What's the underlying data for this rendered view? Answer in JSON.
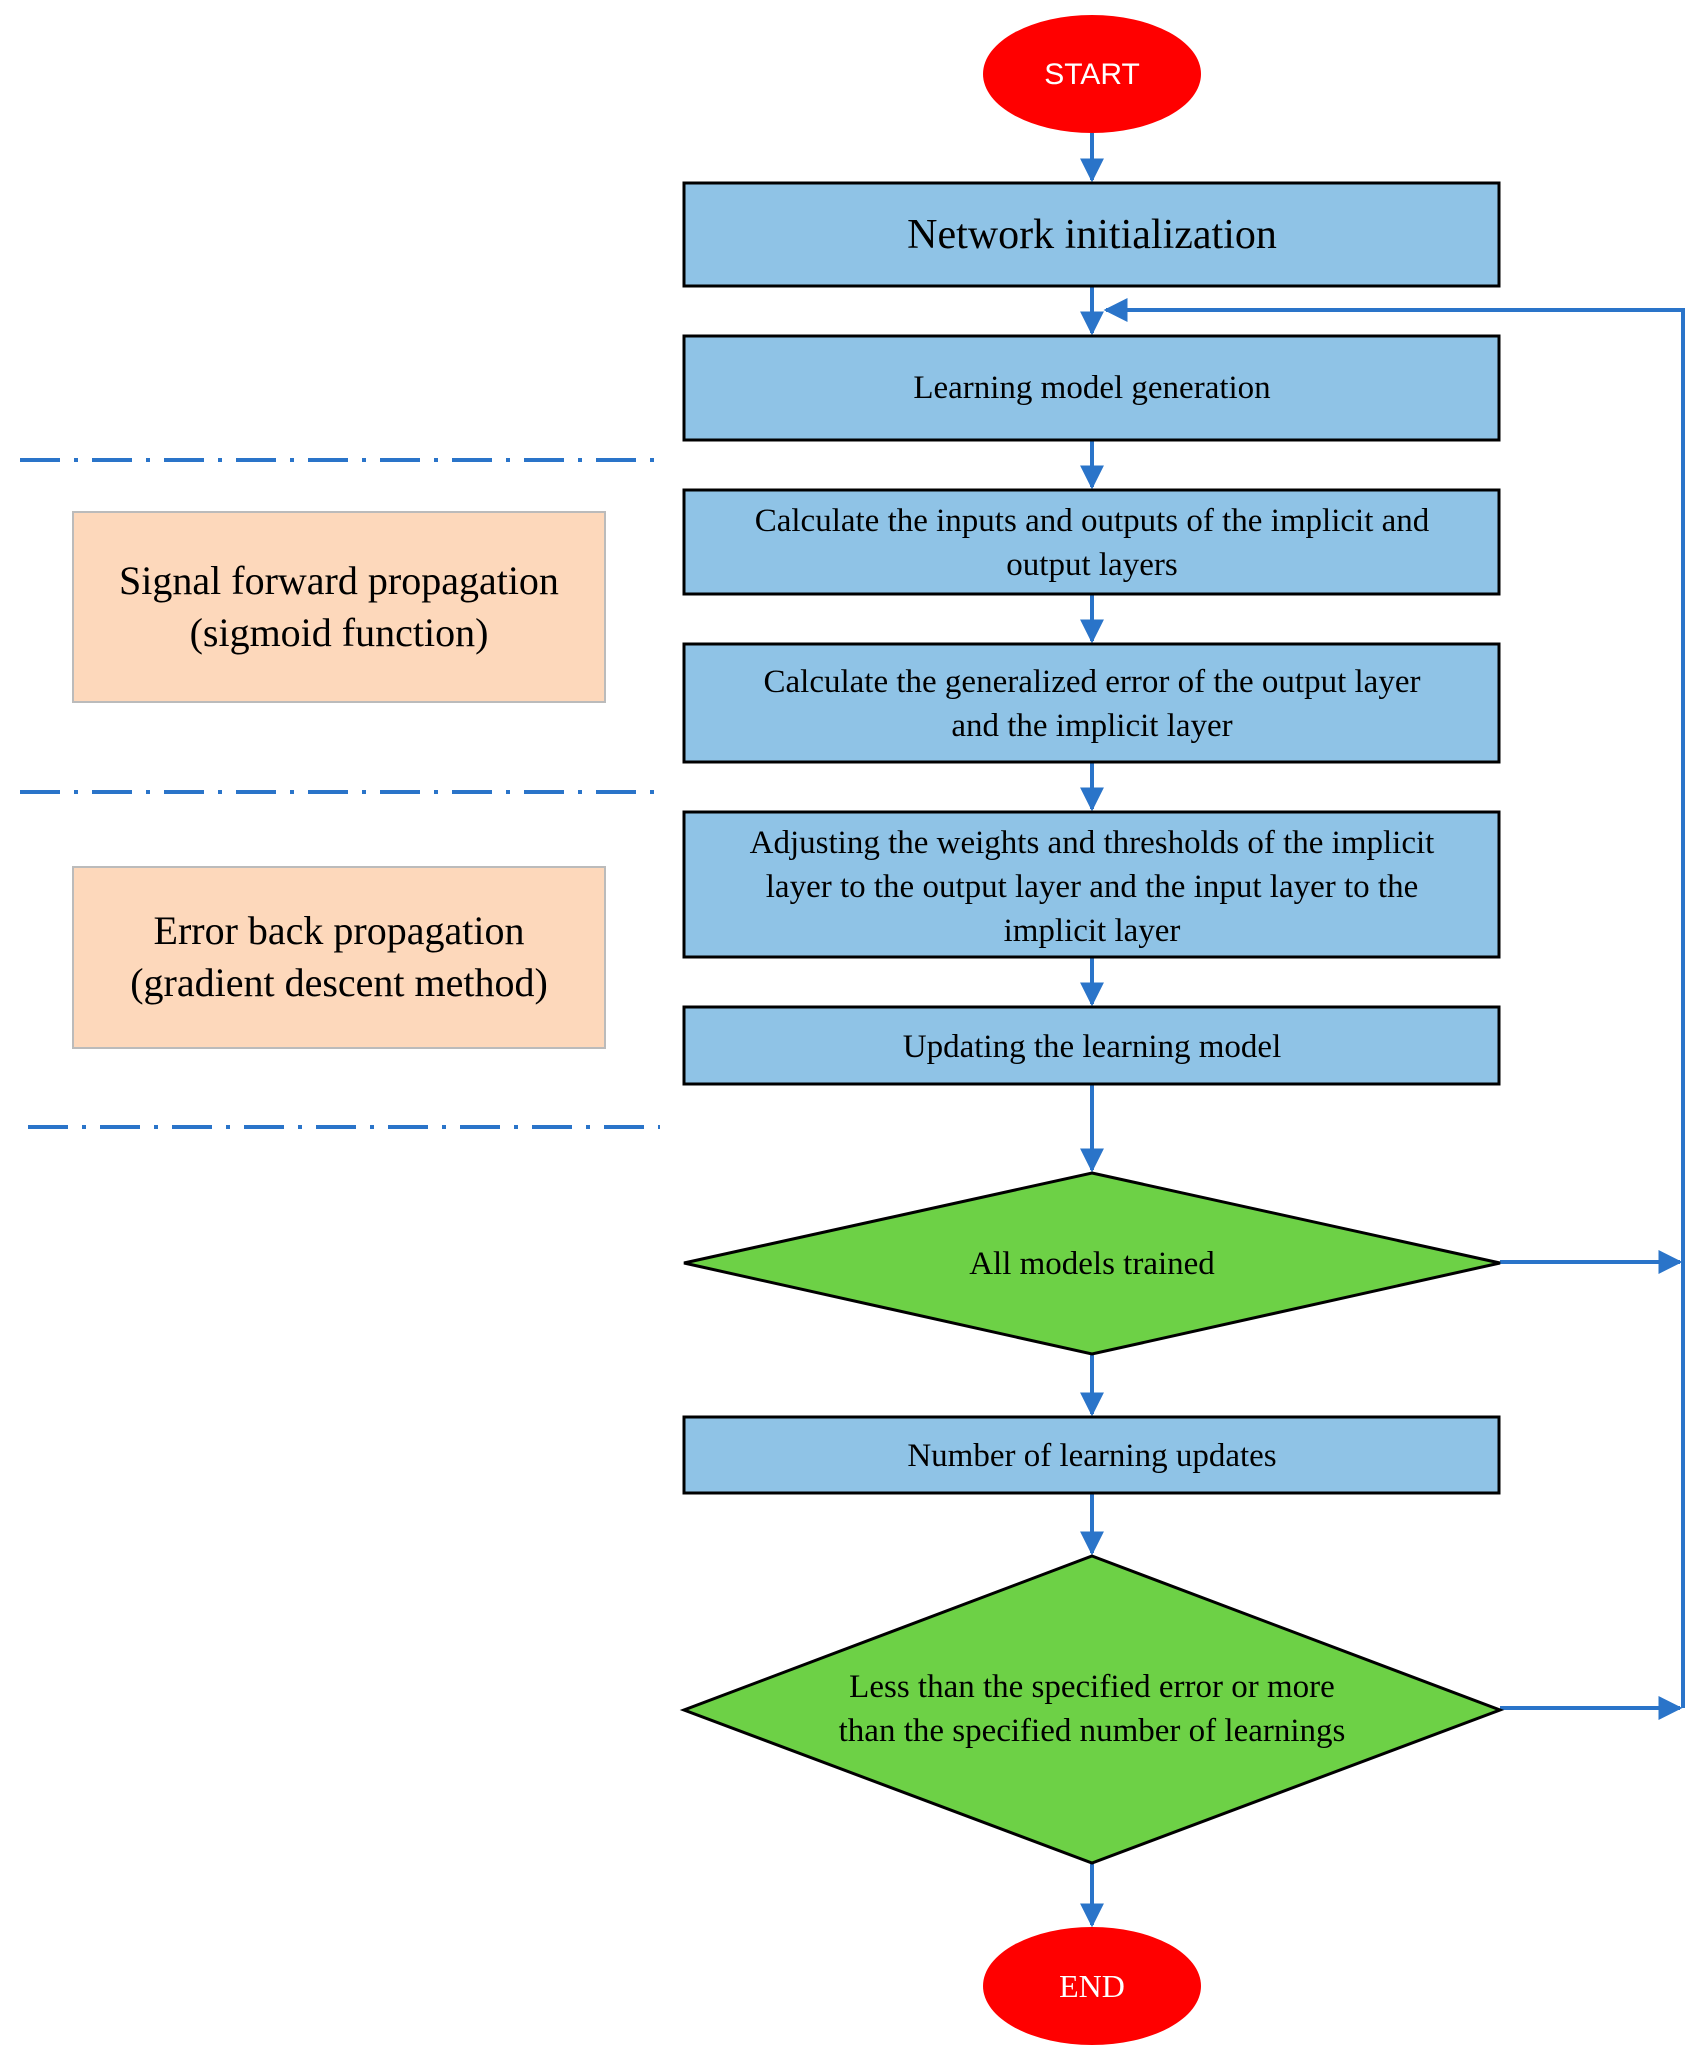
{
  "colors": {
    "process_fill": "#8fc3e6",
    "decision_fill": "#6dd146",
    "terminal_fill": "#ff0000",
    "annotation_fill": "#fdd8bb",
    "connector": "#2a74c9",
    "divider": "#2a74c9"
  },
  "flowchart": {
    "start": "START",
    "end": "END",
    "network_init": "Network initialization",
    "learning_model_generation": "Learning model generation",
    "calc_io": [
      "Calculate the inputs and outputs of the implicit and",
      "output layers"
    ],
    "calc_error": [
      "Calculate the generalized error of the output layer",
      "and the implicit layer"
    ],
    "adjust_weights": [
      "Adjusting the weights and thresholds of the implicit",
      "layer to the output layer and the input layer to the",
      "implicit layer"
    ],
    "updating_model": "Updating the learning model",
    "all_models_trained": "All models trained",
    "number_of_updates": "Number of learning updates",
    "stop_condition": [
      "Less than the specified error or more",
      "than the specified number of learnings"
    ]
  },
  "annotations": {
    "forward": [
      "Signal forward propagation",
      "(sigmoid function)"
    ],
    "backward": [
      "Error back propagation",
      "(gradient descent method)"
    ]
  }
}
